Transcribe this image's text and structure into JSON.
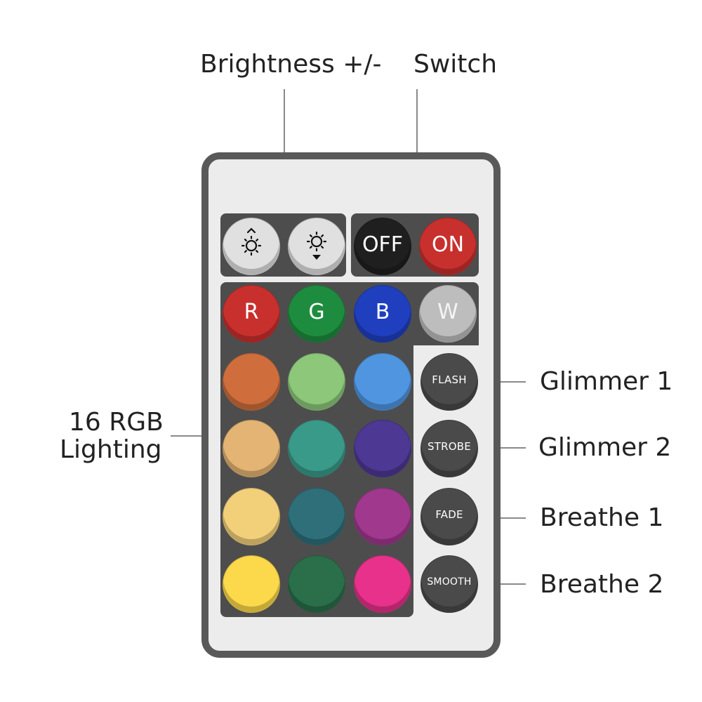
{
  "callouts": {
    "brightness": "Brightness +/-",
    "switch": "Switch",
    "rgb_line1": "16 RGB",
    "rgb_line2": "Lighting",
    "glimmer1": "Glimmer 1",
    "glimmer2": "Glimmer 2",
    "breathe1": "Breathe 1",
    "breathe2": "Breathe 2"
  },
  "buttons": {
    "brightness_up": {
      "icon": "sun-up-arrow-icon",
      "color": "#e0e0e0"
    },
    "brightness_down": {
      "icon": "sun-down-arrow-icon",
      "color": "#e0e0e0"
    },
    "off": {
      "label": "OFF",
      "color": "#1f1f1f"
    },
    "on": {
      "label": "ON",
      "color": "#c8302e"
    },
    "red": {
      "label": "R",
      "color": "#c8302e"
    },
    "green": {
      "label": "G",
      "color": "#1e8c3e"
    },
    "blue": {
      "label": "B",
      "color": "#1f3fbf"
    },
    "white": {
      "label": "W",
      "color": "#bdbdbd"
    },
    "flash": {
      "label": "FLASH",
      "color": "#4a4a4a"
    },
    "strobe": {
      "label": "STROBE",
      "color": "#4a4a4a"
    },
    "fade": {
      "label": "FADE",
      "color": "#4a4a4a"
    },
    "smooth": {
      "label": "SMOOTH",
      "color": "#4a4a4a"
    }
  },
  "color_grid": [
    [
      "#cf6e3c",
      "#8cc77a",
      "#4f95e0"
    ],
    [
      "#e3b473",
      "#399a8a",
      "#4d3894"
    ],
    [
      "#f2d07a",
      "#2f6f7a",
      "#a0388e"
    ],
    [
      "#fbd94a",
      "#2a6e4a",
      "#e7318a"
    ]
  ],
  "colors": {
    "remote_body": "#ececec",
    "remote_border": "#595959",
    "panel": "#4d4d4d",
    "callout_text": "#222222",
    "leader_line": "#8a8a8a"
  }
}
